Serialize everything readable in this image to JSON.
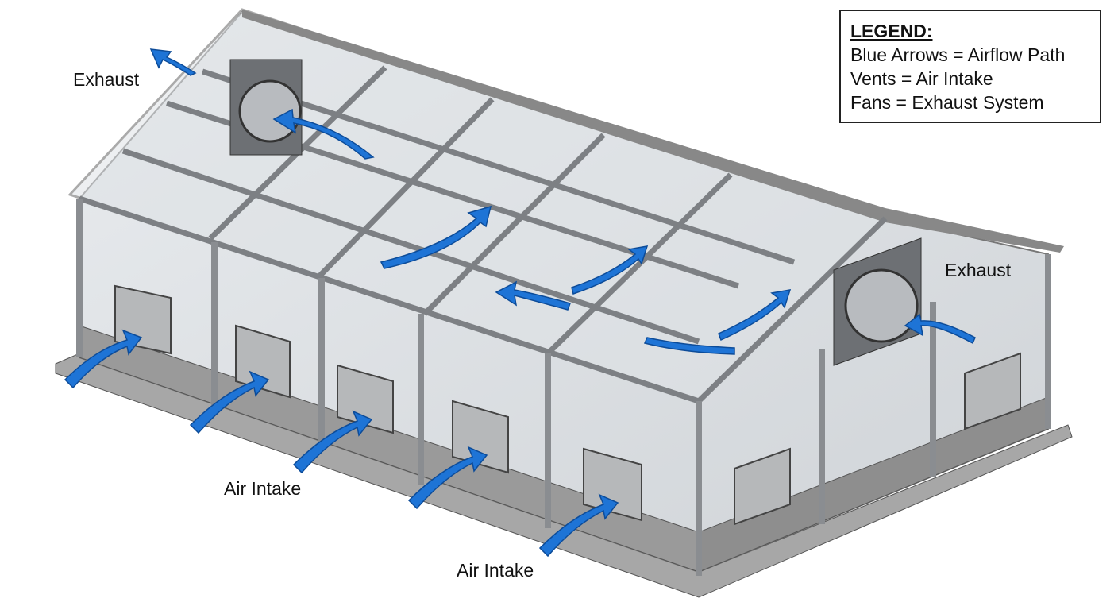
{
  "legend": {
    "title": "LEGEND:",
    "items": [
      "Blue Arrows = Airflow Path",
      "Vents = Air Intake",
      "Fans = Exhaust System"
    ]
  },
  "labels": {
    "exhaust_left": "Exhaust",
    "exhaust_right": "Exhaust",
    "intake_left": "Air Intake",
    "intake_front": "Air Intake"
  },
  "colors": {
    "arrow": "#1e74d6",
    "frame": "#8a8d91",
    "slab": "#a9a9a9"
  }
}
